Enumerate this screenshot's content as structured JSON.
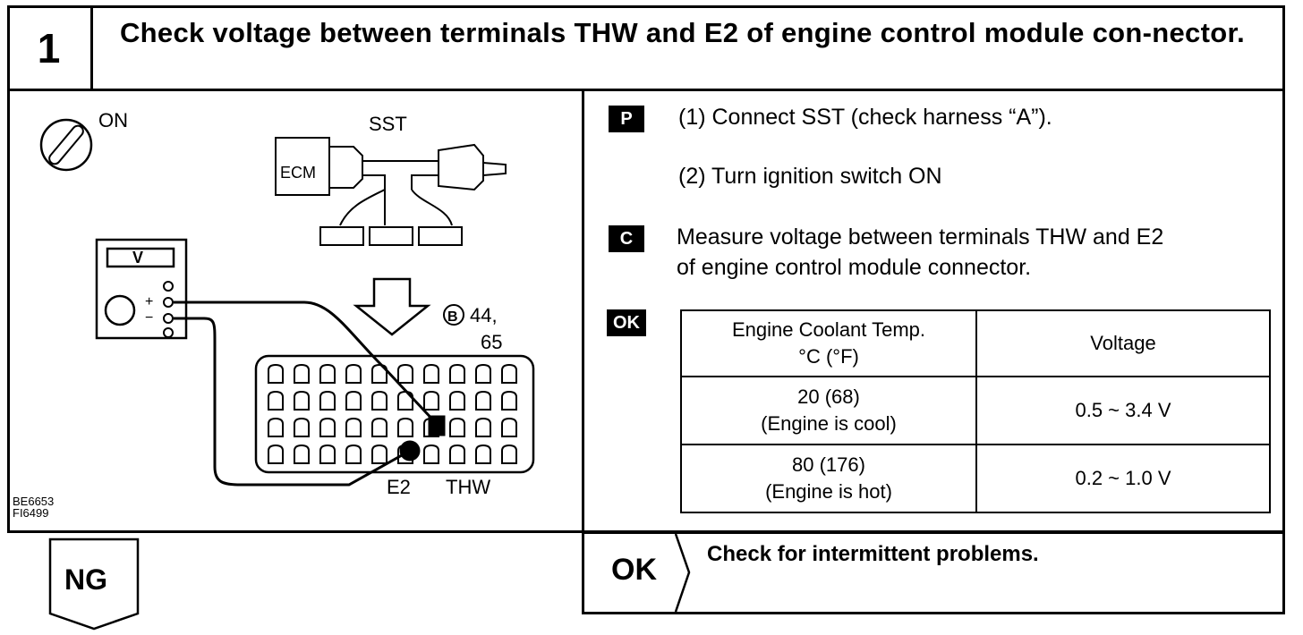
{
  "step": {
    "number": "1",
    "title": "Check voltage between terminals THW and E2 of engine control module con-nector."
  },
  "diagram": {
    "ignition_label": "ON",
    "sst_label": "SST",
    "ecm_label": "ECM",
    "meter_label": "V",
    "plus": "+",
    "minus": "−",
    "connector_ref": "B",
    "connector_pins_line1": "44,",
    "connector_pins_line2": "65",
    "e2_label": "E2",
    "thw_label": "THW",
    "fig_code_1": "BE6653",
    "fig_code_2": "FI6499"
  },
  "instructions": {
    "prep_badge": "P",
    "prep_steps": [
      "(1)  Connect SST (check harness “A”).",
      "(2)  Turn ignition switch ON"
    ],
    "check_badge": "C",
    "check_text_line1": "Measure voltage between terminals THW and E2",
    "check_text_line2": "of engine control module connector.",
    "ok_badge": "OK"
  },
  "spec_table": {
    "headers": [
      "Engine   Coolant   Temp.",
      "°C (°F)",
      "Voltage"
    ],
    "rows": [
      {
        "temp": "20 (68)",
        "note": "(Engine is cool)",
        "voltage": "0.5 ~ 3.4 V"
      },
      {
        "temp": "80 (176)",
        "note": "(Engine is hot)",
        "voltage": "0.2 ~ 1.0 V"
      }
    ]
  },
  "result": {
    "ok_label": "OK",
    "ok_text": "Check for intermittent problems.",
    "ng_label": "NG"
  }
}
